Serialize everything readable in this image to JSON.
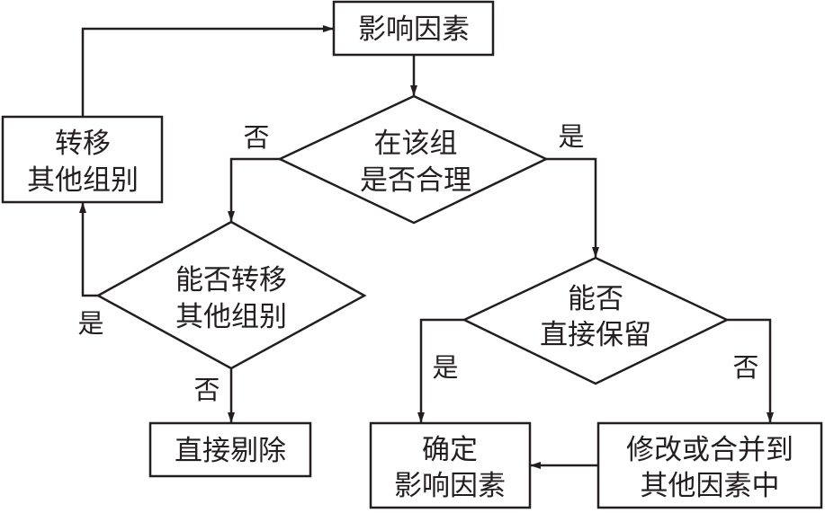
{
  "diagram": {
    "type": "flowchart",
    "line_color": "#231f20",
    "nodes": {
      "start": {
        "kind": "process",
        "lines": [
          "影响因素"
        ]
      },
      "decision_group": {
        "kind": "decision",
        "lines": [
          "在该组",
          "是否合理"
        ]
      },
      "transfer_box": {
        "kind": "process",
        "lines": [
          "转移",
          "其他组别"
        ]
      },
      "decision_transfer": {
        "kind": "decision",
        "lines": [
          "能否转移",
          "其他组别"
        ]
      },
      "remove": {
        "kind": "process",
        "lines": [
          "直接剔除"
        ]
      },
      "decision_keep": {
        "kind": "decision",
        "lines": [
          "能否",
          "直接保留"
        ]
      },
      "confirm": {
        "kind": "process",
        "lines": [
          "确定",
          "影响因素"
        ]
      },
      "merge": {
        "kind": "process",
        "lines": [
          "修改或合并到",
          "其他因素中"
        ]
      }
    },
    "edges": [
      {
        "from": "start",
        "to": "decision_group",
        "label": ""
      },
      {
        "from": "decision_group",
        "to": "decision_transfer",
        "label": "否"
      },
      {
        "from": "decision_group",
        "to": "decision_keep",
        "label": "是"
      },
      {
        "from": "decision_transfer",
        "to": "transfer_box",
        "label": "是"
      },
      {
        "from": "decision_transfer",
        "to": "remove",
        "label": "否"
      },
      {
        "from": "transfer_box",
        "to": "start",
        "label": ""
      },
      {
        "from": "decision_keep",
        "to": "confirm",
        "label": "是"
      },
      {
        "from": "decision_keep",
        "to": "merge",
        "label": "否"
      },
      {
        "from": "merge",
        "to": "confirm",
        "label": ""
      }
    ]
  }
}
